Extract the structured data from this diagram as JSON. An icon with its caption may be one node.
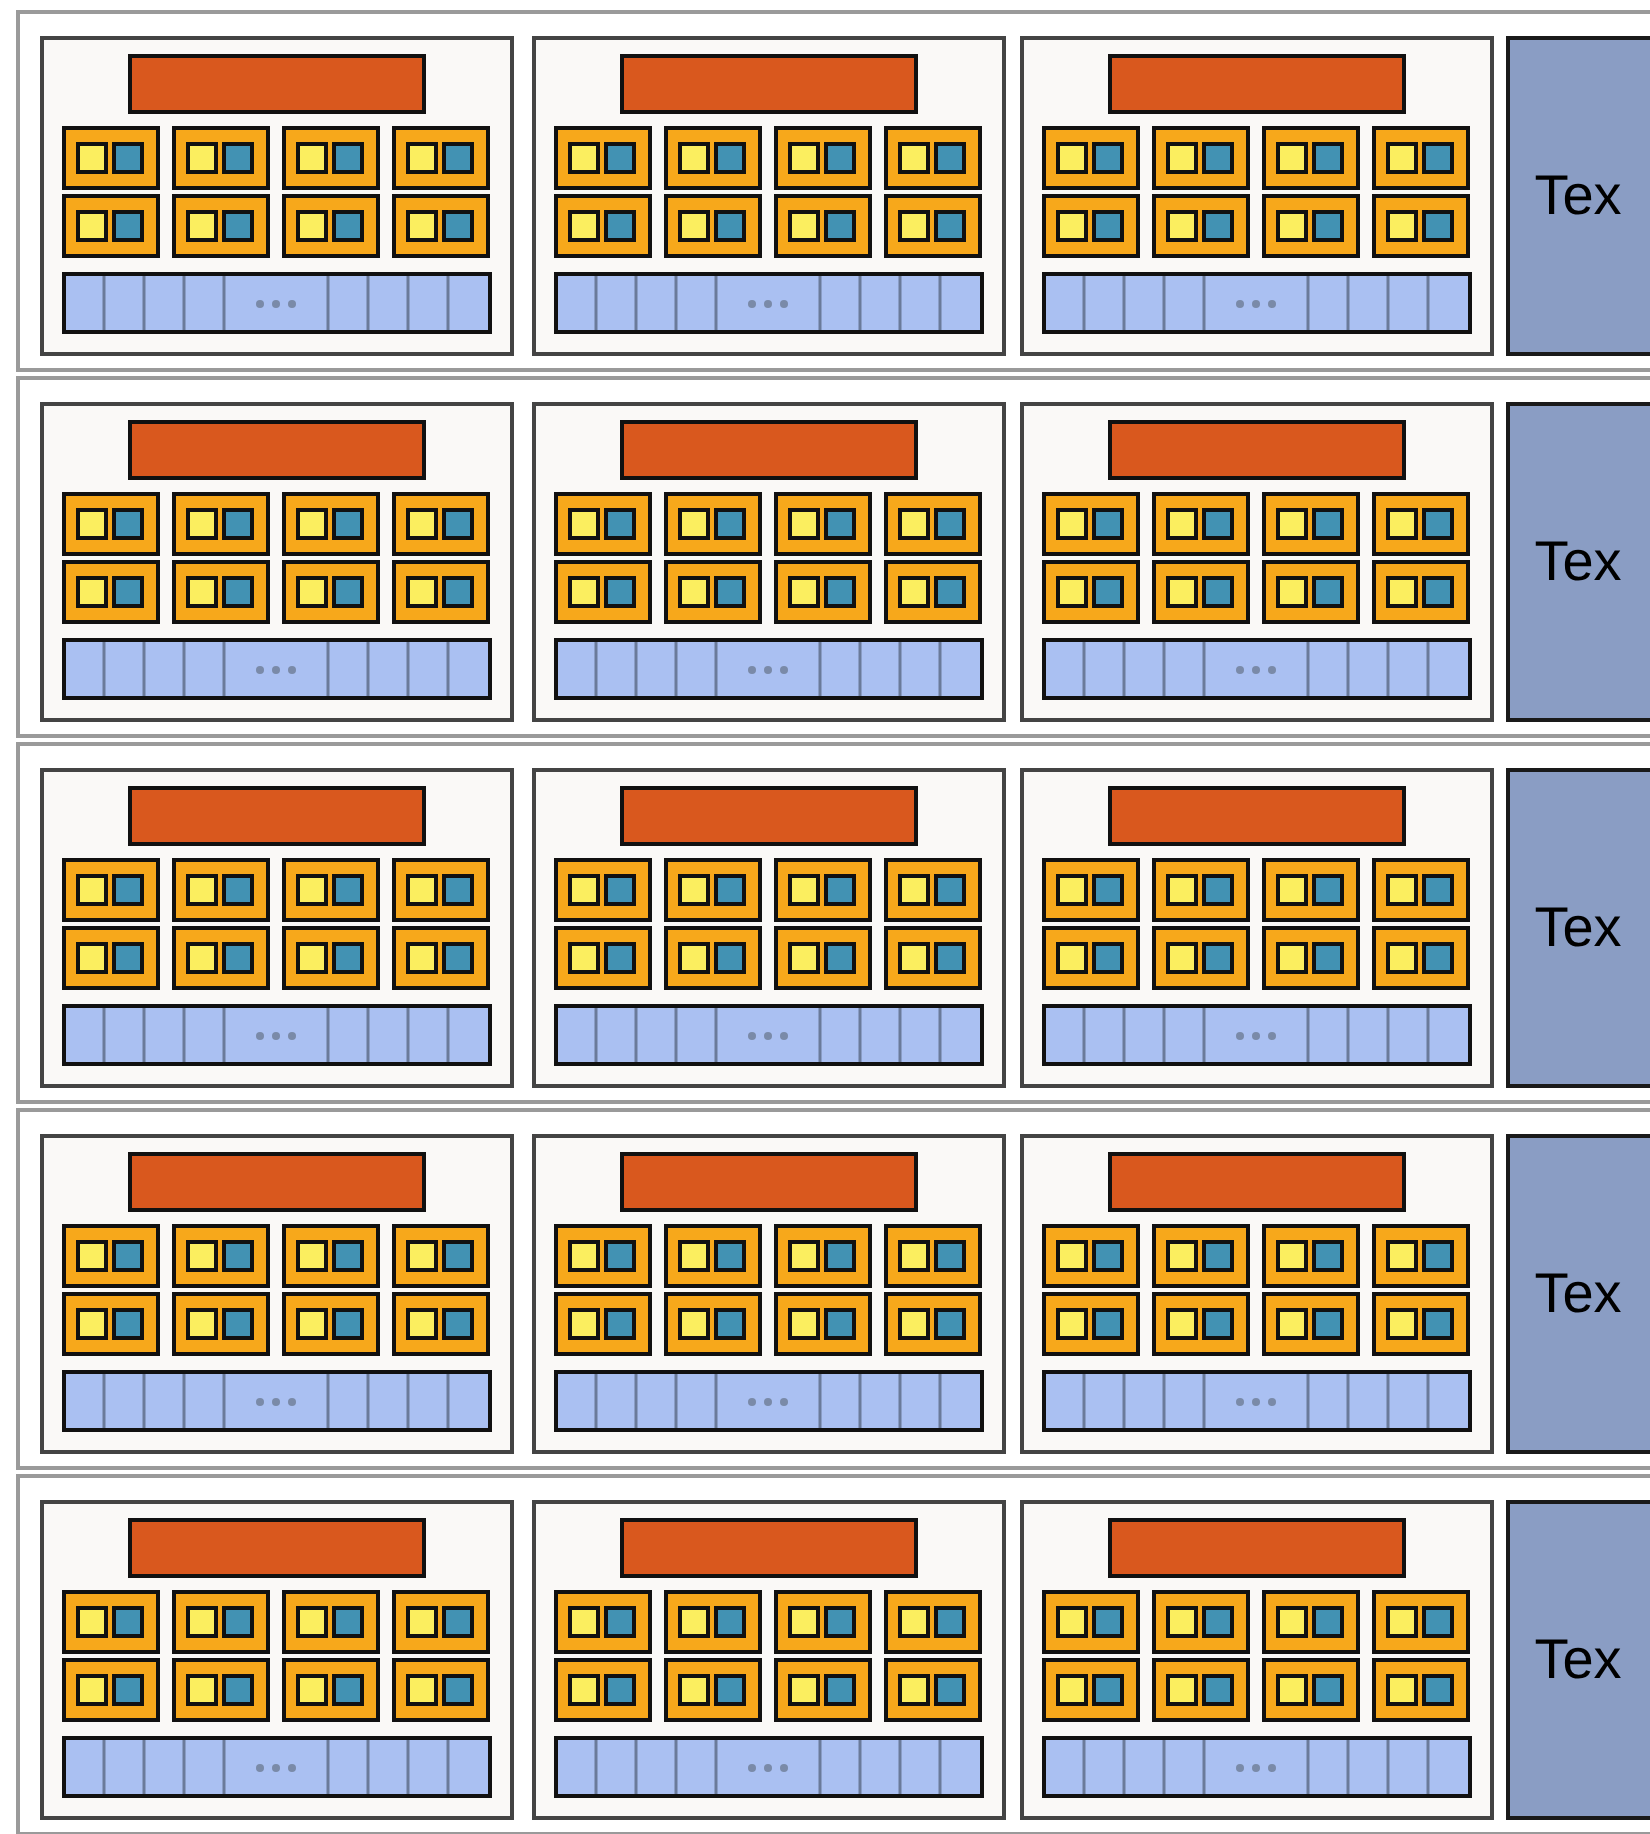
{
  "diagram": {
    "nodes": [
      {
        "text": [
          "Tex"
        ]
      },
      {
        "text": [
          "Tex"
        ]
      },
      {
        "text": [
          "Tex"
        ]
      },
      {
        "text": [
          "Tex"
        ]
      },
      {
        "text": [
          "Tex"
        ]
      }
    ]
  }
}
